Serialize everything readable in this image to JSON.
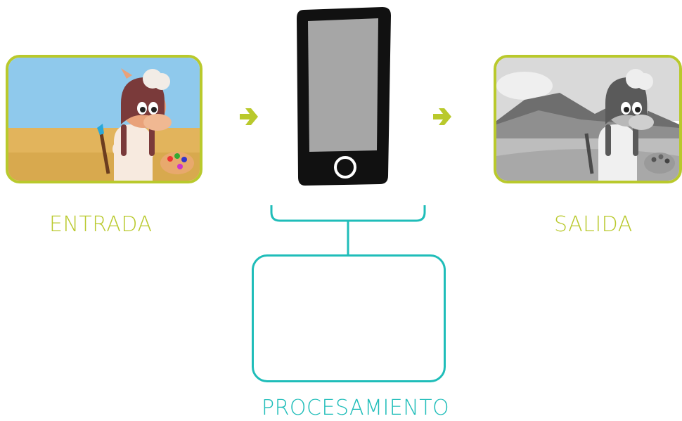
{
  "diagram": {
    "input": {
      "label": "ENTRADA",
      "image": "llama-painter-color"
    },
    "device": {
      "image": "smartphone"
    },
    "output": {
      "label": "SALIDA",
      "image": "llama-painter-grayscale"
    },
    "process": {
      "label": "PROCESAMIENTO",
      "content": ""
    }
  },
  "colors": {
    "input_output_accent": "#b9c92c",
    "process_accent": "#1fbdb9",
    "arrow": "#b9c92c",
    "phone_body": "#111111",
    "phone_screen": "#a6a6a6"
  },
  "icons": {
    "arrow_left": "arrow-right-icon",
    "arrow_right": "arrow-right-icon",
    "phone": "smartphone-icon"
  }
}
